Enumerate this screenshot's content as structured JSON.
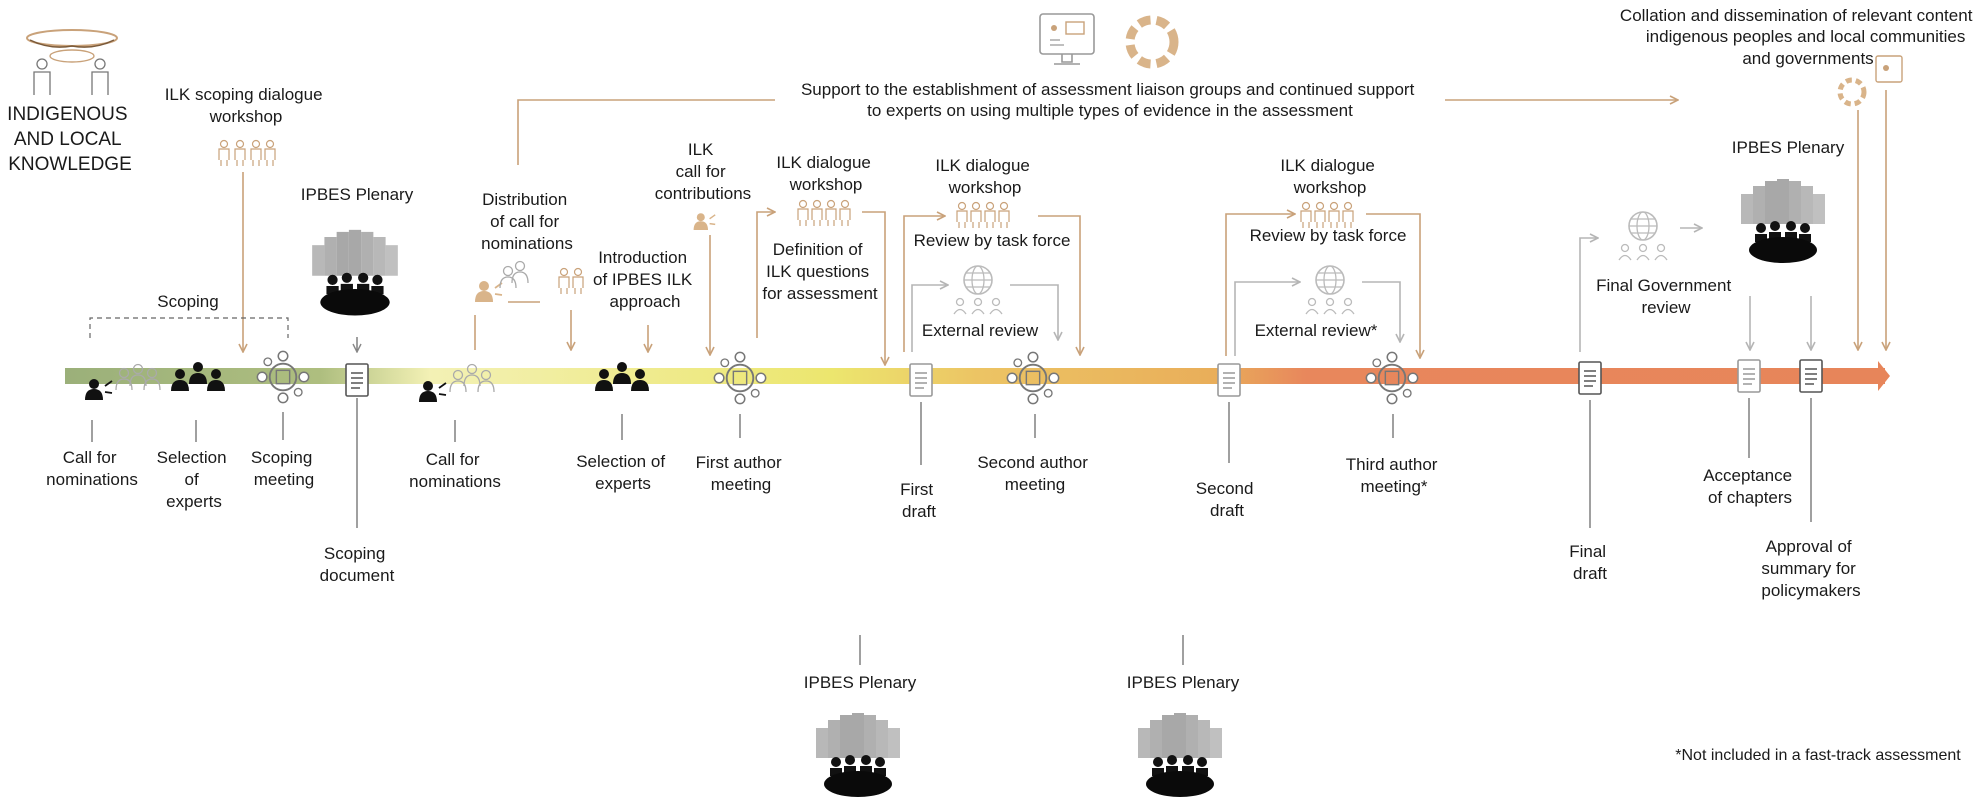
{
  "brand": {
    "title_lines": [
      "INDIGENOUS",
      "AND LOCAL",
      "KNOWLEDGE"
    ]
  },
  "top_bar": {
    "support_lines": [
      "Support to the establishment of assessment liaison groups and continued support",
      "to experts on using multiple types of evidence in the assessment"
    ],
    "collation_lines": [
      "Collation and dissemination of relevant content to",
      "indigenous peoples and local communities",
      "and governments"
    ]
  },
  "upper_labels": {
    "ilk_scoping": [
      "ILK scoping dialogue",
      "workshop"
    ],
    "plenary_1": "IPBES Plenary",
    "scoping": "Scoping",
    "distribution": [
      "Distribution",
      "of call for",
      "nominations"
    ],
    "introduction": [
      "Introduction",
      "of IPBES ILK",
      "approach"
    ],
    "ilk_call": [
      "ILK",
      "call for",
      "contributions"
    ],
    "dialogue_1": [
      "ILK dialogue",
      "workshop"
    ],
    "definition": [
      "Definition of",
      "ILK questions",
      "for assessment"
    ],
    "dialogue_2": [
      "ILK dialogue",
      "workshop"
    ],
    "review_tf_1": "Review by task force",
    "external_review_1": "External review",
    "dialogue_3": [
      "ILK dialogue",
      "workshop"
    ],
    "review_tf_2": "Review by task force",
    "external_review_2": "External review*",
    "final_gov_review": [
      "Final Government",
      "review"
    ],
    "plenary_2": "IPBES Plenary"
  },
  "lower_labels": {
    "call_1": [
      "Call for",
      "nominations"
    ],
    "selection_1": [
      "Selection",
      "of",
      "experts"
    ],
    "scoping_meeting": [
      "Scoping",
      "meeting"
    ],
    "scoping_document": [
      "Scoping",
      "document"
    ],
    "call_2": [
      "Call for",
      "nominations"
    ],
    "selection_2": [
      "Selection of",
      "experts"
    ],
    "first_author": [
      "First author",
      "meeting"
    ],
    "first_draft": [
      "First",
      "draft"
    ],
    "second_author": [
      "Second author",
      "meeting"
    ],
    "second_draft": [
      "Second",
      "draft"
    ],
    "third_author": [
      "Third author",
      "meeting*"
    ],
    "final_draft": [
      "Final",
      "draft"
    ],
    "acceptance": [
      "Acceptance",
      "of chapters"
    ],
    "approval": [
      "Approval of",
      "summary for",
      "policymakers"
    ]
  },
  "bottom": {
    "plenary_a": "IPBES Plenary",
    "plenary_b": "IPBES Plenary",
    "footnote": "*Not included in a fast-track assessment"
  },
  "colors": {
    "timeline_start": "#9bb07a",
    "timeline_mid": "#ece66e",
    "timeline_late": "#e9ae5a",
    "timeline_end": "#e7855a",
    "ilk_accent": "#c9a27a"
  },
  "icons": [
    "people-group-icon",
    "speaker-icon",
    "meeting-table-icon",
    "document-icon",
    "globe-network-icon",
    "plenary-hall-icon",
    "monitor-icon",
    "ilk-emblem-icon"
  ]
}
